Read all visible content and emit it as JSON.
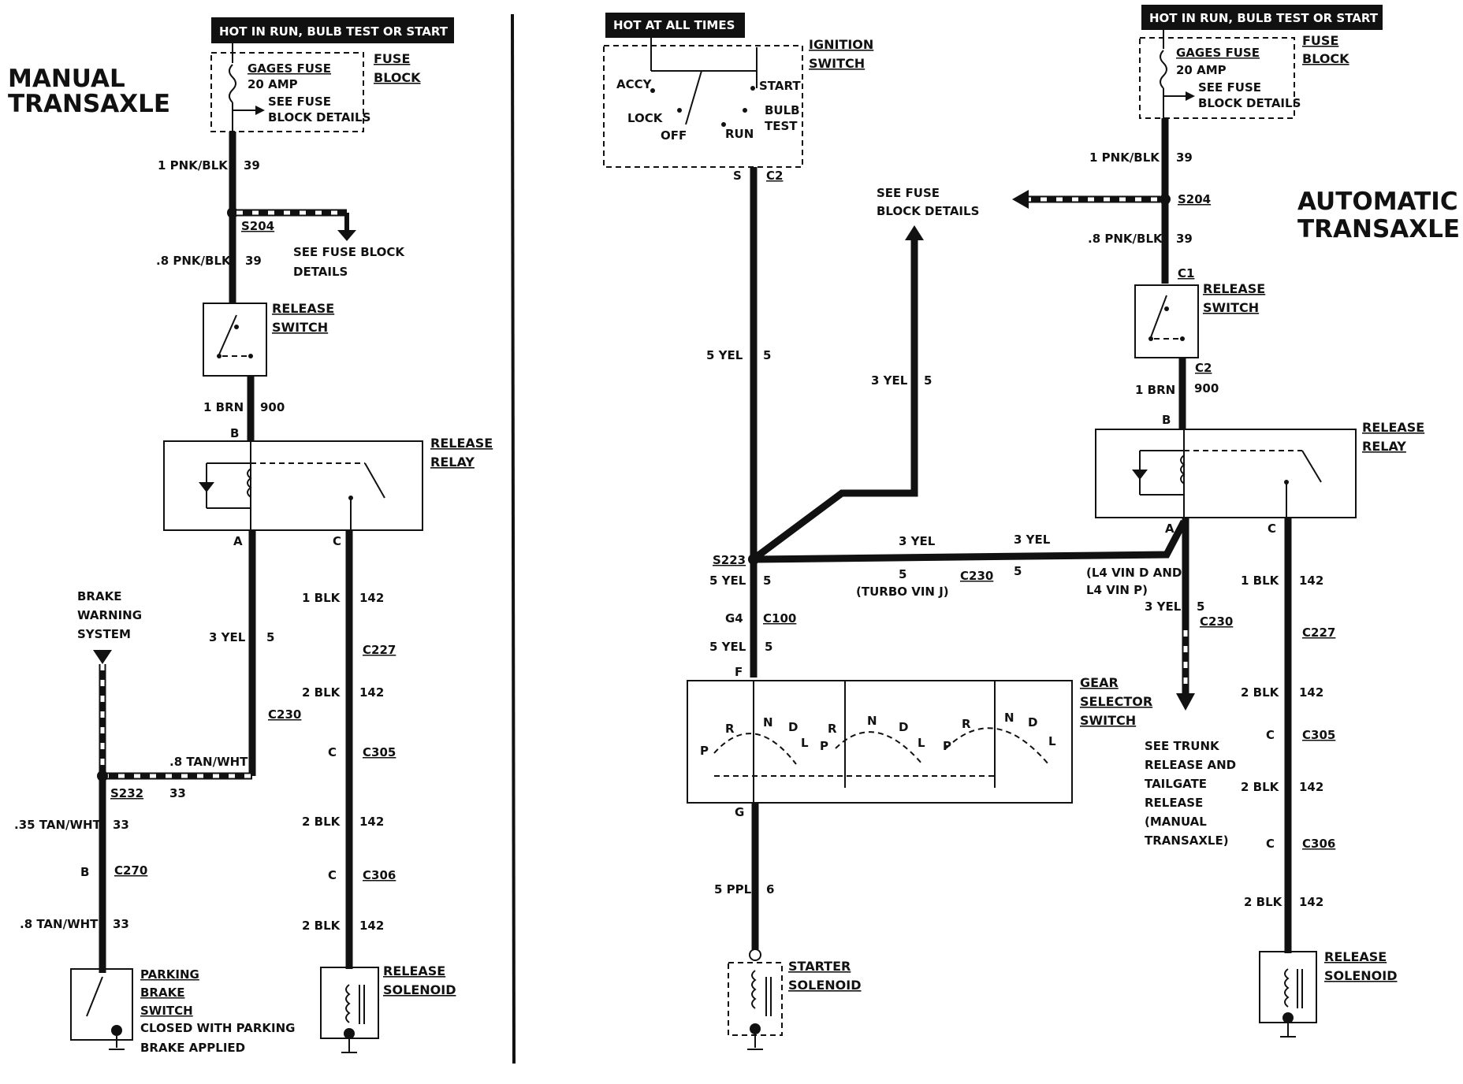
{
  "manual": {
    "title1": "MANUAL",
    "title2": "TRANSAXLE",
    "power_label": "HOT IN RUN, BULB TEST OR START",
    "fuse_name": "GAGES FUSE",
    "fuse_amp": "20 AMP",
    "fuse_see1": "SEE FUSE",
    "fuse_see2": "BLOCK DETAILS",
    "fuse_block1": "FUSE",
    "fuse_block2": "BLOCK",
    "w1_label": "1 PNK/BLK",
    "w1_num": "39",
    "s204": "S204",
    "see_fuse1": "SEE FUSE BLOCK",
    "see_fuse2": "DETAILS",
    "w2_label": ".8 PNK/BLK",
    "w2_num": "39",
    "release_switch1": "RELEASE",
    "release_switch2": "SWITCH",
    "w3_label": "1 BRN",
    "w3_num": "900",
    "pin_b": "B",
    "release_relay1": "RELEASE",
    "release_relay2": "RELAY",
    "pin_a": "A",
    "pin_c": "C",
    "brake1": "BRAKE",
    "brake2": "WARNING",
    "brake3": "SYSTEM",
    "w4_label": "3 YEL",
    "w4_num": "5",
    "c230": "C230",
    "w5_label": ".8 TAN/WHT",
    "w5_num": "33",
    "s232": "S232",
    "w6_label": ".35 TAN/WHT",
    "w6_num": "33",
    "pin_b2": "B",
    "c270": "C270",
    "w7_label": ".8 TAN/WHT",
    "w7_num": "33",
    "blk1_label": "1 BLK",
    "blk1_num": "142",
    "c227": "C227",
    "blk2_label": "2 BLK",
    "blk2_num": "142",
    "c_c305": "C",
    "c305": "C305",
    "blk3_label": "2 BLK",
    "blk3_num": "142",
    "c_c306": "C",
    "c306": "C306",
    "blk4_label": "2 BLK",
    "blk4_num": "142",
    "parking1": "PARKING",
    "parking2": "BRAKE",
    "parking3": "SWITCH",
    "parking4": "CLOSED WITH PARKING",
    "parking5": "BRAKE APPLIED",
    "solenoid1": "RELEASE",
    "solenoid2": "SOLENOID"
  },
  "middle": {
    "power_label": "HOT AT ALL TIMES",
    "ign1": "IGNITION",
    "ign2": "SWITCH",
    "accy": "ACCY",
    "start": "START",
    "lock": "LOCK",
    "bulb": "BULB",
    "test": "TEST",
    "off": "OFF",
    "run": "RUN",
    "pin_s": "S",
    "c2": "C2",
    "see_fuse1": "SEE FUSE",
    "see_fuse2": "BLOCK DETAILS",
    "w1_label": "5 YEL",
    "w1_num": "5",
    "w2_label": "3 YEL",
    "w2_num": "5",
    "s223": "S223",
    "w3_label": "5 YEL",
    "w3_num": "5",
    "h1_label": "3 YEL",
    "h2_label": "3 YEL",
    "h_num1": "5",
    "c230": "C230",
    "h_num2": "5",
    "turbo": "(TURBO VIN J)",
    "l4a": "(L4 VIN D AND",
    "l4b": "L4 VIN P)",
    "g4": "G4",
    "c100": "C100",
    "w4_label": "5 YEL",
    "w4_num": "5",
    "pin_f": "F",
    "gear1": "GEAR",
    "gear2": "SELECTOR",
    "gear3": "SWITCH",
    "pin_g": "G",
    "w5_label": "5 PPL",
    "w5_num": "6",
    "starter1": "STARTER",
    "starter2": "SOLENOID",
    "gear_letters": [
      "R",
      "N",
      "D",
      "L",
      "P"
    ]
  },
  "automatic": {
    "title1": "AUTOMATIC",
    "title2": "TRANSAXLE",
    "power_label": "HOT IN RUN, BULB TEST OR START",
    "fuse_name": "GAGES FUSE",
    "fuse_amp": "20 AMP",
    "fuse_see1": "SEE FUSE",
    "fuse_see2": "BLOCK DETAILS",
    "fuse_block1": "FUSE",
    "fuse_block2": "BLOCK",
    "w1_label": "1 PNK/BLK",
    "w1_num": "39",
    "s204": "S204",
    "w2_label": ".8 PNK/BLK",
    "w2_num": "39",
    "c1": "C1",
    "release_switch1": "RELEASE",
    "release_switch2": "SWITCH",
    "c2": "C2",
    "w3_label": "1 BRN",
    "w3_num": "900",
    "pin_b": "B",
    "release_relay1": "RELEASE",
    "release_relay2": "RELAY",
    "pin_a": "A",
    "pin_c": "C",
    "w4_label": "3 YEL",
    "w4_num": "5",
    "c230": "C230",
    "trunk1": "SEE TRUNK",
    "trunk2": "RELEASE AND",
    "trunk3": "TAILGATE",
    "trunk4": "RELEASE",
    "trunk5": "(MANUAL",
    "trunk6": "TRANSAXLE)",
    "blk1_label": "1 BLK",
    "blk1_num": "142",
    "c227": "C227",
    "blk2_label": "2 BLK",
    "blk2_num": "142",
    "c_c305": "C",
    "c305": "C305",
    "blk3_label": "2 BLK",
    "blk3_num": "142",
    "c_c306": "C",
    "c306": "C306",
    "blk4_label": "2 BLK",
    "blk4_num": "142",
    "solenoid1": "RELEASE",
    "solenoid2": "SOLENOID"
  }
}
